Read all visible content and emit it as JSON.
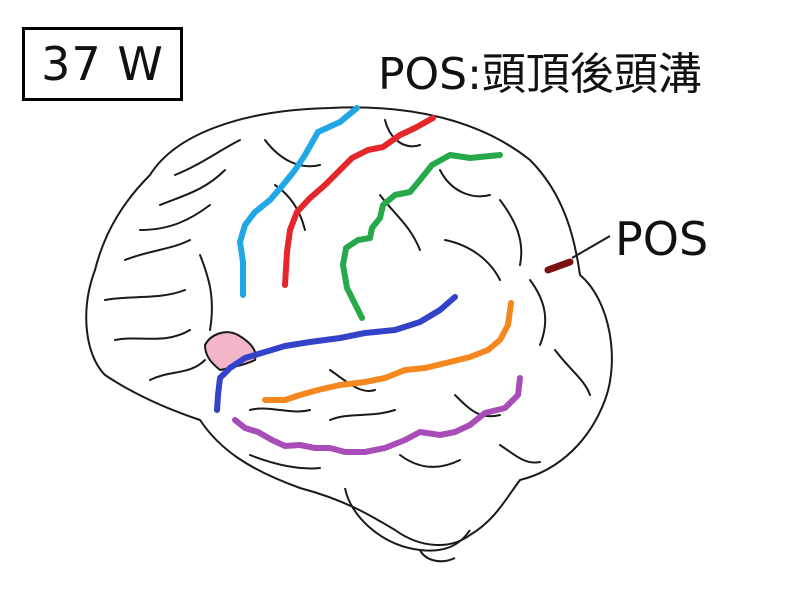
{
  "badge": {
    "week": "37 W"
  },
  "title": "POS:頭頂後頭溝",
  "label": {
    "pos": "POS"
  },
  "colors": {
    "outline": "#1a1a1a",
    "blue": "#22a7e6",
    "red": "#e5262b",
    "green": "#27a84a",
    "navy": "#3342c9",
    "orange": "#f5871f",
    "purple": "#a84db8",
    "pos": "#7a1010",
    "insula": "#f3b6c9"
  }
}
